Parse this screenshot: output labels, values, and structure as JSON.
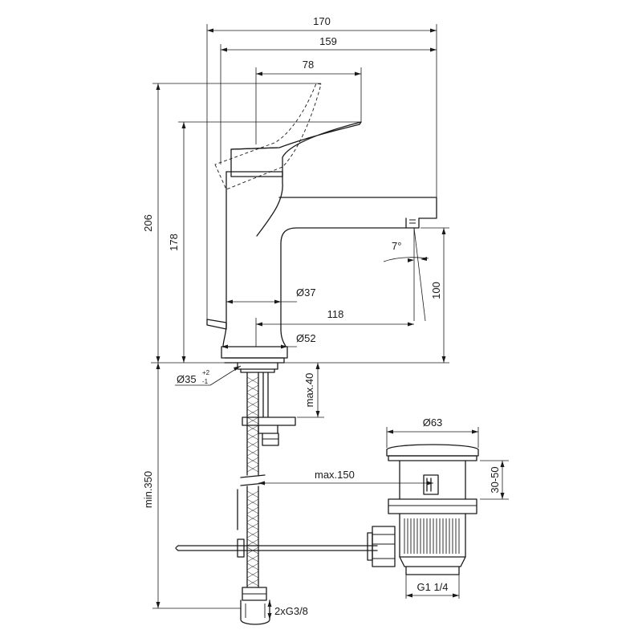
{
  "dimensions": {
    "width_170": "170",
    "width_159": "159",
    "width_78": "78",
    "height_206": "206",
    "height_178": "178",
    "angle_7": "7°",
    "height_100": "100",
    "dia_37": "Ø37",
    "spout_118": "118",
    "dia_52": "Ø52",
    "dia_35": "Ø35",
    "tol_plus": "+2",
    "tol_minus": "-1",
    "max_40": "max.40",
    "min_350": "min.350",
    "max_150": "max.150",
    "dia_63": "Ø63",
    "range_30_50": "30-50",
    "thread_g1": "G1 1/4",
    "hoses": "2xG3/8"
  }
}
